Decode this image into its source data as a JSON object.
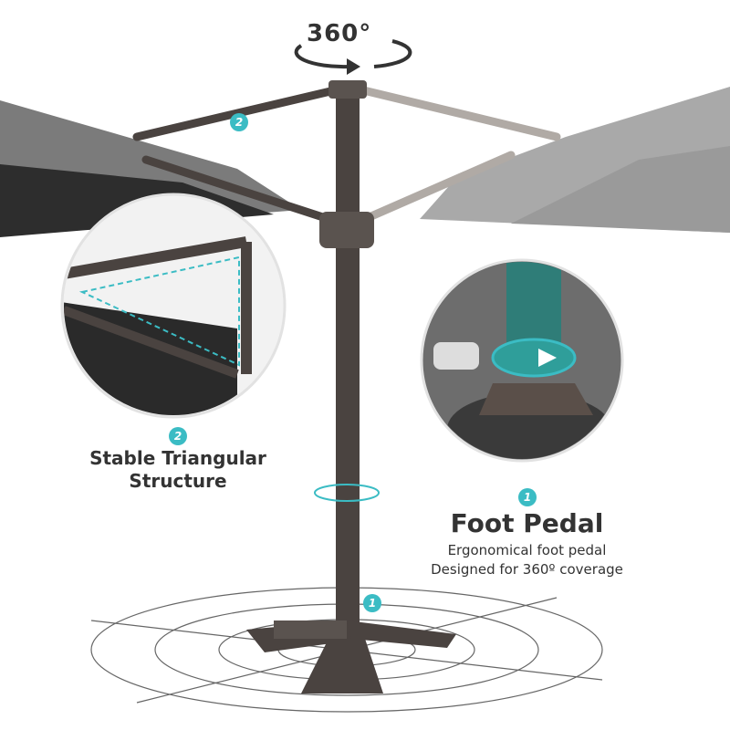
{
  "rotation_label": "360°",
  "features": [
    {
      "badge": "2",
      "title_line1": "Stable Triangular",
      "title_line2": "Structure"
    },
    {
      "badge": "1",
      "title": "Foot Pedal",
      "desc_line1": "Ergonomical foot pedal",
      "desc_line2": "Designed for 360º coverage"
    }
  ],
  "callout_badges": {
    "arm": "2",
    "base": "1"
  },
  "colors": {
    "accent": "#3bbcc4",
    "pole": "#4a4340",
    "canopy": "#8a8a8a"
  }
}
